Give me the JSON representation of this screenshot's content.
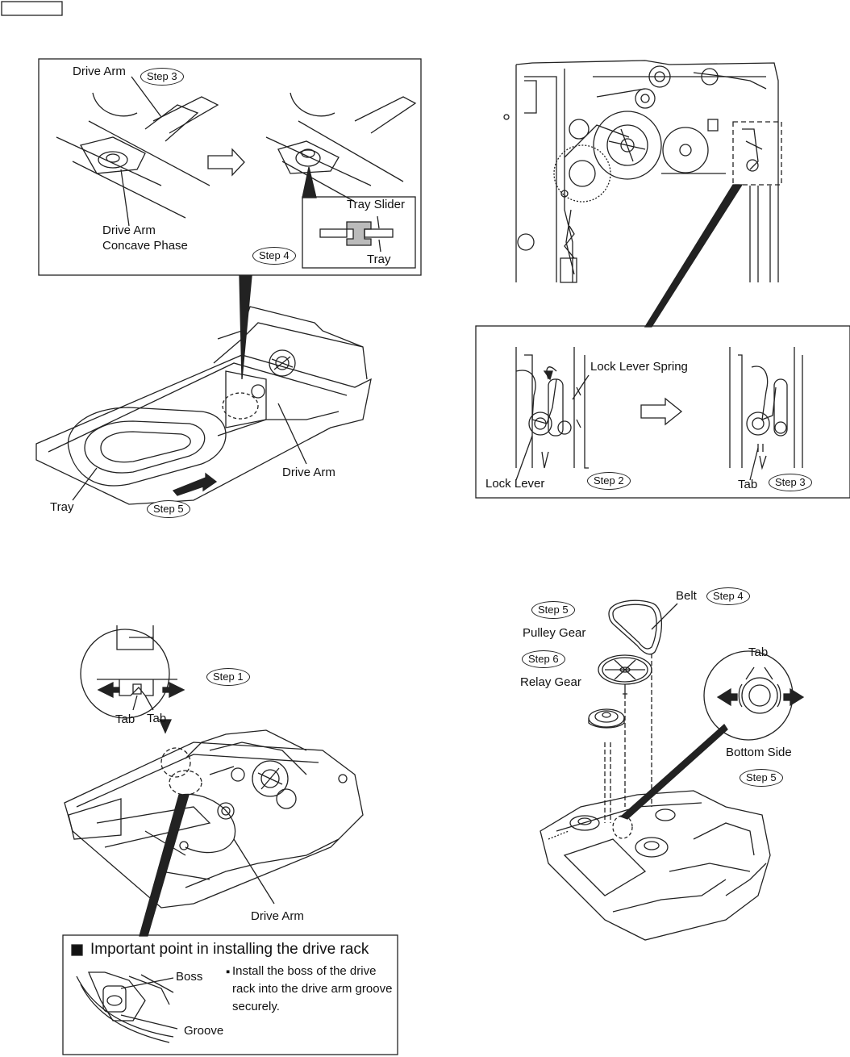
{
  "top_left": {
    "drive_arm_label": "Drive Arm",
    "step3": "Step 3",
    "concave_label_1": "Drive Arm",
    "concave_label_2": "Concave Phase",
    "step4": "Step 4",
    "tray_slider_label": "Tray Slider",
    "tray_inset_label": "Tray",
    "drive_arm_label_2": "Drive Arm",
    "tray_label": "Tray",
    "step5": "Step 5"
  },
  "top_right": {
    "lock_lever_spring_label": "Lock Lever Spring",
    "lock_lever_label": "Lock Lever",
    "step2": "Step 2",
    "tab_label": "Tab",
    "step3": "Step 3"
  },
  "bottom_left": {
    "step1": "Step 1",
    "tab_left": "Tab",
    "tab_right": "Tab",
    "drive_arm_label": "Drive Arm",
    "important_title": "Important point in installing the drive rack",
    "boss_label": "Boss",
    "groove_label": "Groove",
    "note": "Install the boss of the drive rack into the drive arm groove securely."
  },
  "bottom_right": {
    "belt_label": "Belt",
    "step4": "Step 4",
    "step5_top": "Step 5",
    "pulley_gear_label": "Pulley Gear",
    "step6": "Step 6",
    "relay_gear_label": "Relay Gear",
    "tab_label": "Tab",
    "bottom_side_label": "Bottom Side",
    "step5_bottom": "Step 5"
  }
}
